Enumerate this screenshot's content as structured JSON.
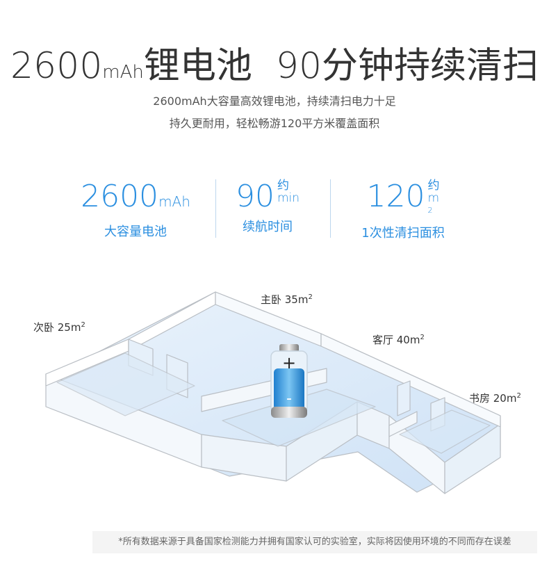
{
  "headline": {
    "num": "2600",
    "unit": "mAh",
    "text1": "锂电池",
    "text2": "90分钟持续清扫"
  },
  "subtitle": {
    "line1": "2600mAh大容量高效锂电池，持续清扫电力十足",
    "line2": "持久更耐用，轻松畅游120平方米覆盖面积"
  },
  "stats": [
    {
      "value": "2600",
      "unit": "mAh",
      "label": "大容量电池"
    },
    {
      "value": "90",
      "prefix": "约",
      "unit": "min",
      "label": "续航时间"
    },
    {
      "value": "120",
      "prefix": "约",
      "unit": "m",
      "sup": "2",
      "label": "1次性清扫面积"
    }
  ],
  "rooms": [
    {
      "name": "主卧 35m",
      "sup": "2"
    },
    {
      "name": "次卧 25m",
      "sup": "2"
    },
    {
      "name": "客厅 40m",
      "sup": "2"
    },
    {
      "name": "书房 20m",
      "sup": "2"
    }
  ],
  "battery": {
    "plus": "+",
    "minus": "-"
  },
  "colors": {
    "accent": "#2b8fe0",
    "wall": "#f2f6fa",
    "floor": "#e3eef9"
  },
  "note": "*所有数据来源于具备国家检测能力并拥有国家认可的实验室，实际将因使用环境的不同而存在误差"
}
